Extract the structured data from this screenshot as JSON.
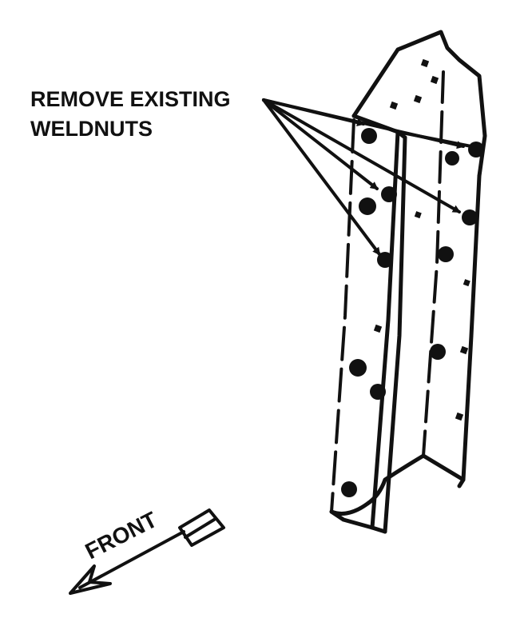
{
  "callout": {
    "line1": "REMOVE EXISTING",
    "line2": "WELDNUTS"
  },
  "direction": {
    "label": "FRONT"
  },
  "colors": {
    "ink": "#111111",
    "background": "#ffffff"
  }
}
